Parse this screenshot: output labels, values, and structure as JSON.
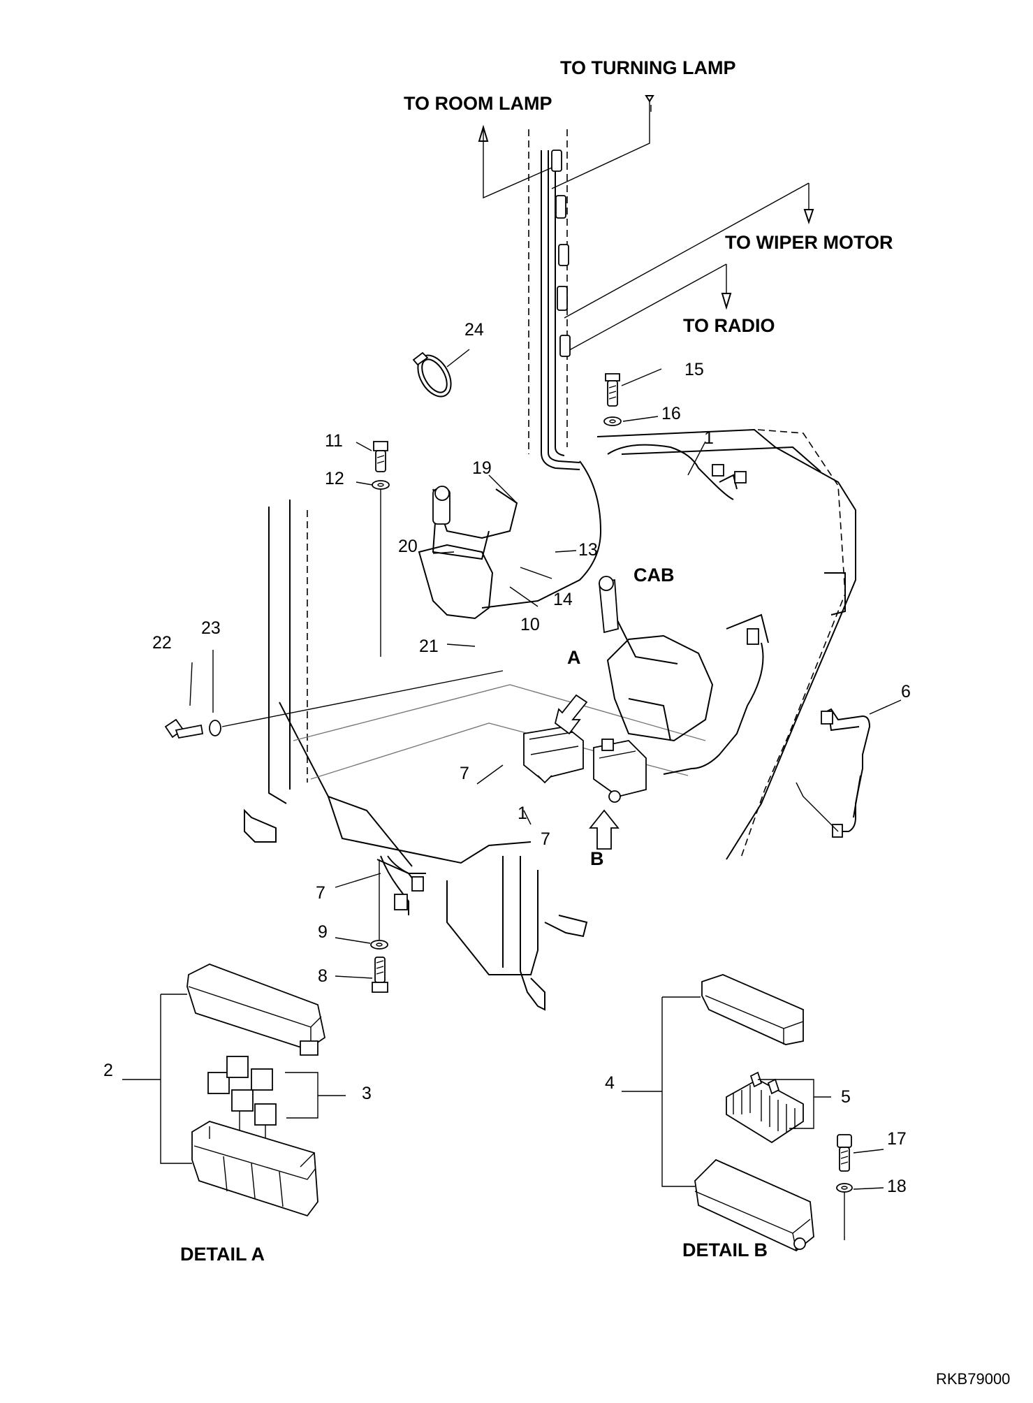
{
  "drawing_code": "RKB79000",
  "destinations": {
    "turning_lamp": "TO TURNING LAMP",
    "room_lamp": "TO ROOM LAMP",
    "wiper_motor": "TO WIPER MOTOR",
    "radio": "TO RADIO"
  },
  "area_labels": {
    "cab": "CAB",
    "view_a": "A",
    "view_b": "B"
  },
  "details": {
    "a": "DETAIL A",
    "b": "DETAIL B"
  },
  "callouts": {
    "c1_top": "1",
    "c1_mid": "1",
    "c2": "2",
    "c3": "3",
    "c4": "4",
    "c5": "5",
    "c6": "6",
    "c7_a": "7",
    "c7_b": "7",
    "c7_c": "7",
    "c8": "8",
    "c9": "9",
    "c10": "10",
    "c11": "11",
    "c12": "12",
    "c13": "13",
    "c14": "14",
    "c15": "15",
    "c16": "16",
    "c17": "17",
    "c18": "18",
    "c19": "19",
    "c20": "20",
    "c21": "21",
    "c22": "22",
    "c23": "23",
    "c24": "24"
  }
}
